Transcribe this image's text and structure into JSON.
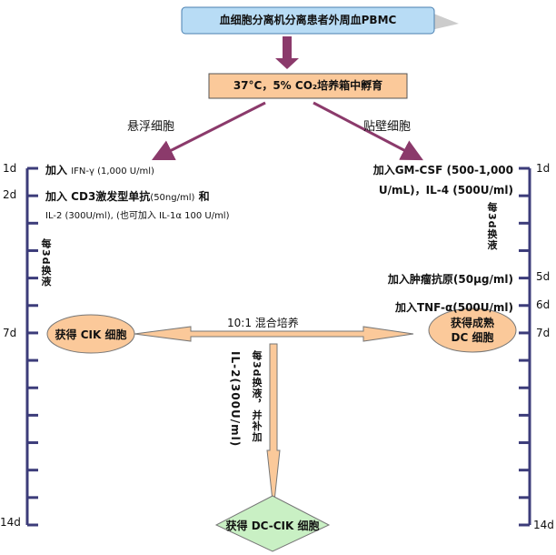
{
  "top_box": "血细胞分离机分离患者外周血PBMC",
  "incubate_box": "37°C，5% CO₂培养箱中孵育",
  "branch_left": "悬浮细胞",
  "branch_right": "贴壁细胞",
  "left_steps": [
    {
      "main": "加入 ",
      "detail": "IFN-γ (1,000 U/ml)"
    },
    {
      "main": "加入 CD3激发型单抗",
      "detail": "(50ng/ml)",
      "tail": " 和"
    },
    {
      "detail": "IL-2 (300U/ml), (也可加入 IL-1α 100 U/ml)"
    }
  ],
  "left_change": "每3d换液",
  "right_steps": [
    "加入GM-CSF (500-1,000",
    "U/mL)，IL-4 (500U/ml)",
    "加入肿瘤抗原(50μg/ml)",
    "加入TNF-α(500U/ml)"
  ],
  "right_change": "每3d换液",
  "cik_node": "获得 CIK 细胞",
  "dc_node_line1": "获得成熟",
  "dc_node_line2": "DC 细胞",
  "mix_label": "10:1 混合培养",
  "center_change": "每3d换液，并补加",
  "center_il2": "IL-2(300U/ml)",
  "final_node": "获得 DC-CIK 细胞",
  "left_days": [
    "1d",
    "2d",
    "7d",
    "14d"
  ],
  "right_days": [
    "1d",
    "5d",
    "6d",
    "7d",
    "14d"
  ],
  "colors": {
    "blue_box": "#b8dcf5",
    "orange": "#fbc99a",
    "arrow": "#8b3a6b",
    "timeline": "#3c3c7a",
    "diamond": "#c9f0c4"
  }
}
